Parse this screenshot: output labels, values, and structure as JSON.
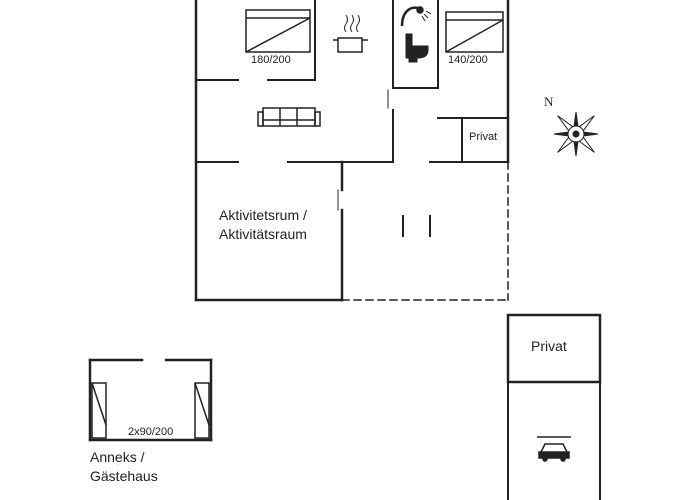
{
  "labels": {
    "bed_main": "180/200",
    "bed_second": "140/200",
    "privat_small": "Privat",
    "activity_line1": "Aktivitetsrum /",
    "activity_line2": "Aktivitätsraum",
    "privat_outside": "Privat",
    "annex_bed": "2x90/200",
    "annex_line1": "Anneks /",
    "annex_line2": "Gästehaus",
    "north": "N"
  },
  "icons": [
    "bed-icon",
    "cooking-pot-icon",
    "shower-icon",
    "toilet-icon",
    "sofa-icon",
    "compass-rose-icon",
    "car-icon"
  ]
}
